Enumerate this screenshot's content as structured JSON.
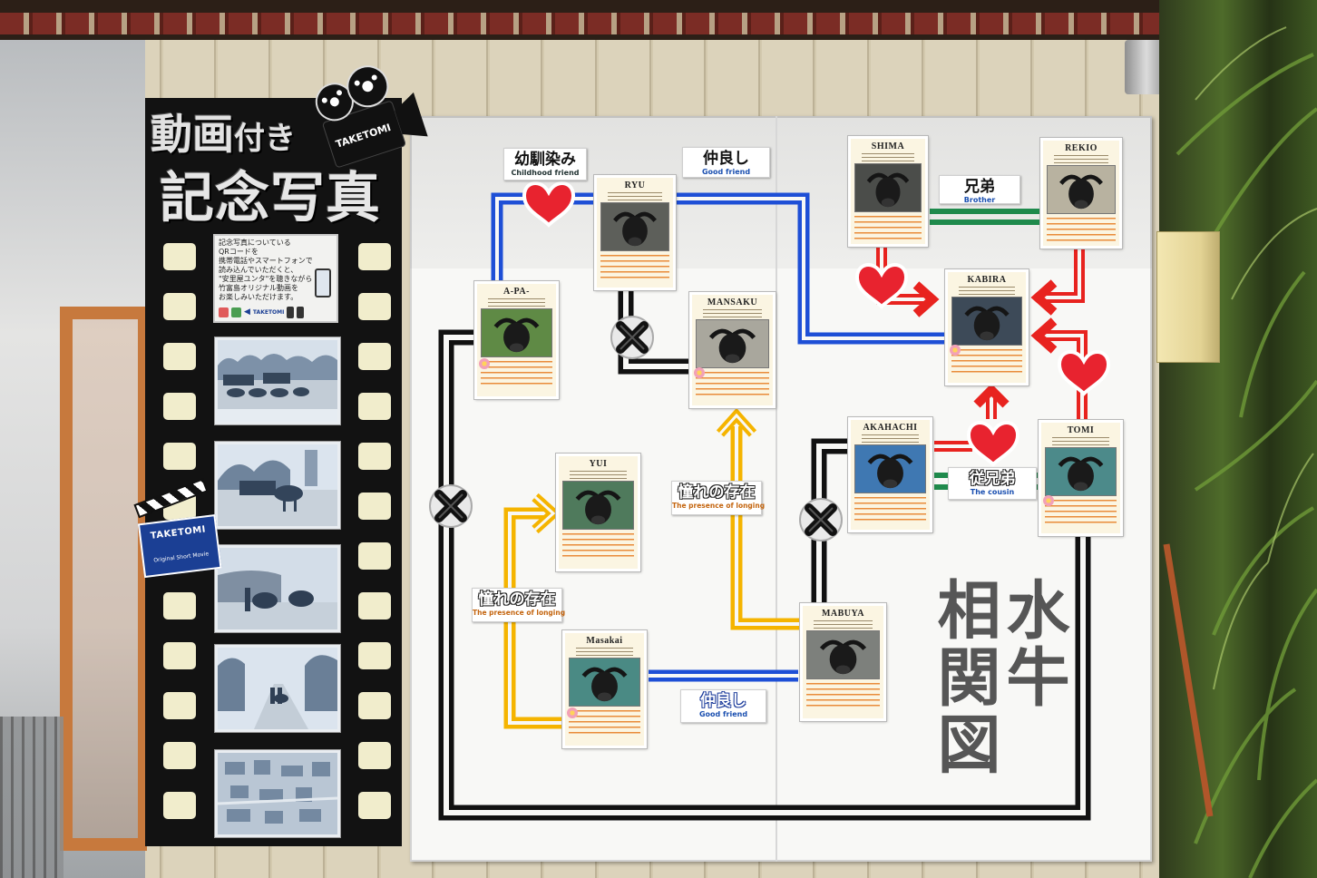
{
  "left_panel": {
    "title_main": "動画",
    "title_small": "付き",
    "title_second": "記念写真",
    "camera_label": "TAKETOMI",
    "info_lines": [
      "記念写真についている",
      "QRコードを",
      "携帯電話やスマートフォンで",
      "読み込んでいただくと、",
      "\"安里屋ユンタ\"を聴きながら",
      "竹富島オリジナル動画を",
      "お楽しみいただけます。"
    ],
    "info_logo": "TAKETOMI",
    "clapboard_title": "TAKETOMI",
    "clapboard_subtitle": "Original Short Movie"
  },
  "board": {
    "title_right_column": "水牛",
    "title_left_column": "相関図",
    "labels": {
      "childhood": {
        "jp": "幼馴染み",
        "en": "Childhood friend"
      },
      "good_friend_top": {
        "jp": "仲良し",
        "en": "Good friend"
      },
      "brother": {
        "jp": "兄弟",
        "en": "Brother"
      },
      "longing_center": {
        "jp": "憧れの存在",
        "en": "The presence of longing"
      },
      "longing_left": {
        "jp": "憧れの存在",
        "en": "The presence of longing"
      },
      "good_friend_bottom": {
        "jp": "仲良し",
        "en": "Good friend"
      },
      "cousin": {
        "jp": "従兄弟",
        "en": "The cousin"
      }
    },
    "buffalo": {
      "ryu": "RYU",
      "apa": "A-PA-",
      "mansaku": "MANSAKU",
      "shima": "SHIMA",
      "rekio": "REKIO",
      "kabira": "KABIRA",
      "akahachi": "AKAHACHI",
      "tomi": "TOMI",
      "yui": "YUI",
      "masakai": "Masakai",
      "mabuya": "MABUYA"
    }
  },
  "colors": {
    "line_black": "#111111",
    "line_blue": "#1e4fd6",
    "line_yellow": "#f5b400",
    "line_red": "#e8231f",
    "line_green": "#1f8a4c",
    "heart": "#e8232f",
    "film_panel": "#121212",
    "film_hole": "#f1edcc",
    "clapboard": "#1b3f94"
  },
  "icons": [
    "camera-icon",
    "heart-icon",
    "cross-mark-icon",
    "arrow-icon",
    "clapboard-icon",
    "phone-icon"
  ]
}
